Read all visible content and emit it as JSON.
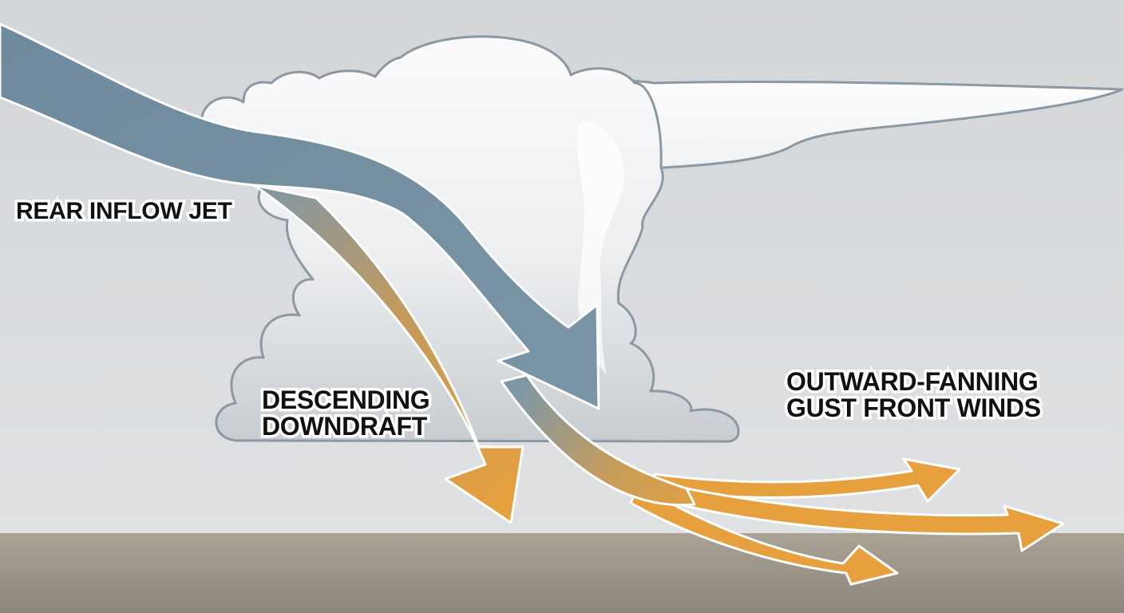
{
  "diagram": {
    "labels": {
      "rear_inflow_jet": "REAR INFLOW JET",
      "downdraft_line1": "DESCENDING",
      "downdraft_line2": "DOWNDRAFT",
      "gust_line1": "OUTWARD-FANNING",
      "gust_line2": "GUST FRONT WINDS"
    },
    "colors": {
      "sky": "#d9dcdf",
      "ground": "#9d9489",
      "cloud": "#f6f7f8",
      "cloud_outline": "#8c98a2",
      "inflow_arrow": "#7a96a8",
      "downdraft_arrow": "#e3a03c",
      "outline": "#ffffff"
    }
  }
}
